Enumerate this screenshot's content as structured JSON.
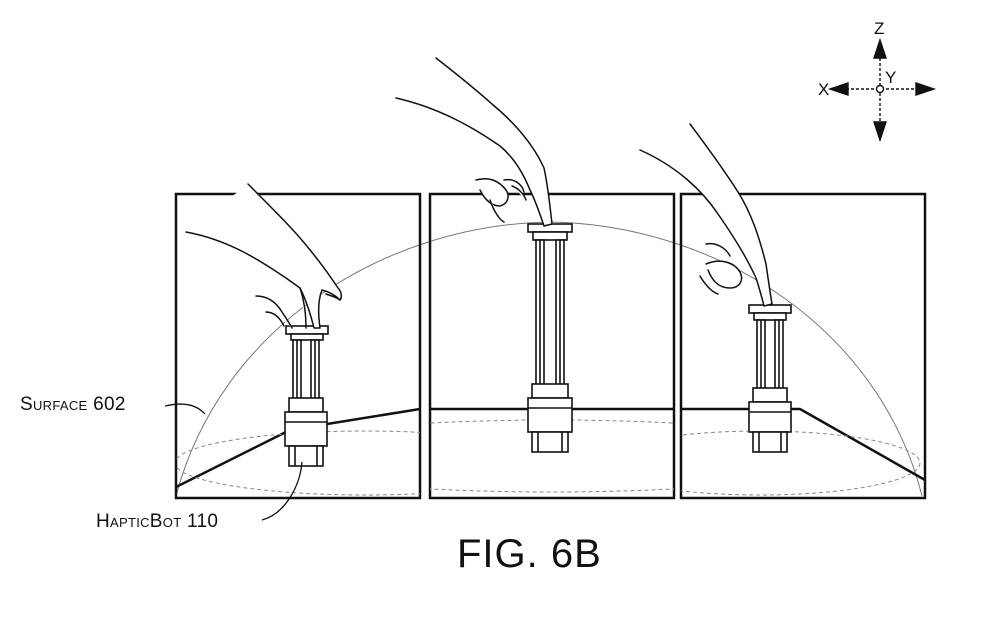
{
  "labels": {
    "surface": "Surface 602",
    "hapticbot": "HapticBot 110"
  },
  "caption": "FIG. 6B",
  "axes": {
    "z": "Z",
    "y": "Y",
    "x": "X"
  },
  "colors": {
    "ink": "#111111",
    "background": "#ffffff"
  }
}
